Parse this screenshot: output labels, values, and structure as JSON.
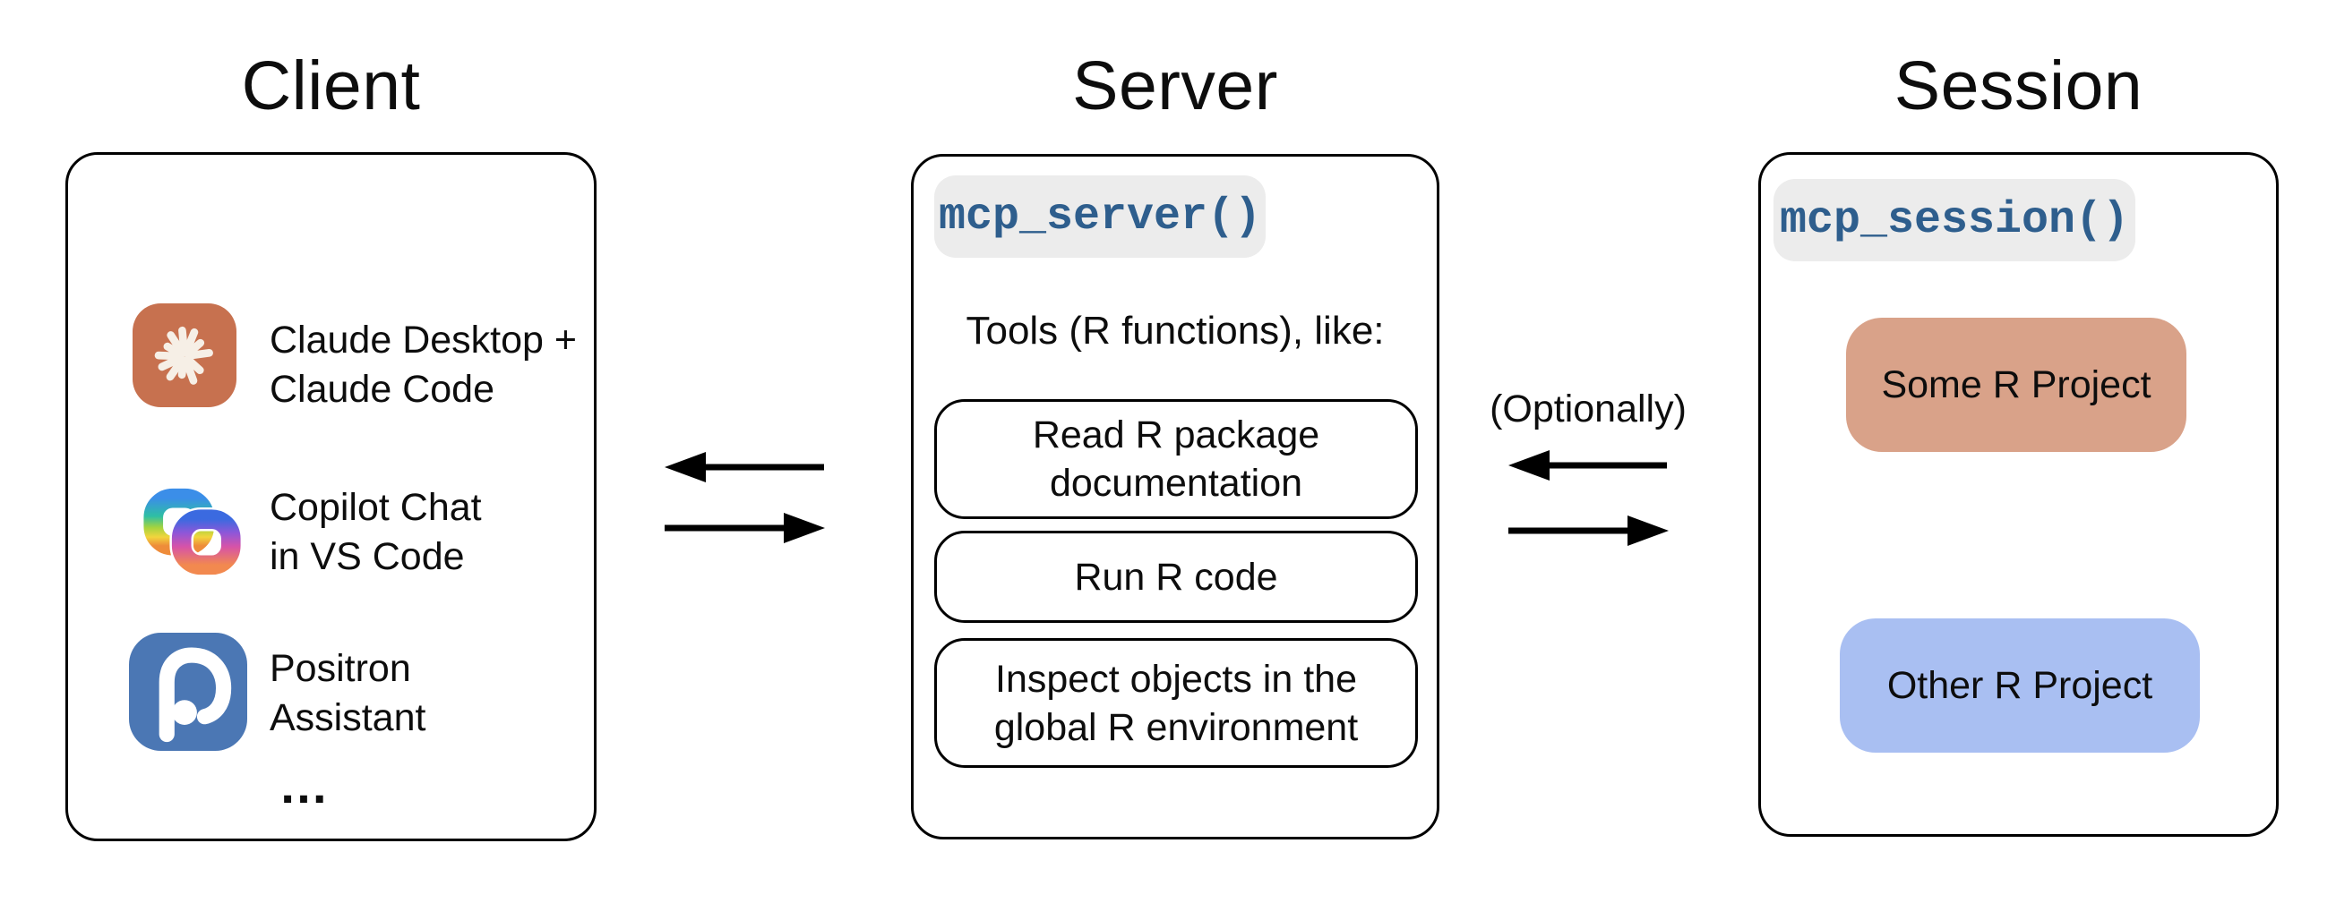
{
  "diagram": {
    "columns": {
      "client": {
        "title": "Client",
        "items": [
          {
            "icon": "claude-icon",
            "line1": "Claude Desktop +",
            "line2": "Claude Code"
          },
          {
            "icon": "copilot-icon",
            "line1": "Copilot Chat",
            "line2": "in VS Code"
          },
          {
            "icon": "positron-icon",
            "line1": "Positron",
            "line2": "Assistant"
          }
        ],
        "ellipsis": "…"
      },
      "server": {
        "title": "Server",
        "code_label": "mcp_server()",
        "tools_heading": "Tools (R functions), like:",
        "tools": [
          {
            "line1": "Read R package",
            "line2": "documentation"
          },
          {
            "line1": "Run R code"
          },
          {
            "line1": "Inspect objects in the",
            "line2": "global R environment"
          }
        ]
      },
      "session": {
        "title": "Session",
        "code_label": "mcp_session()",
        "projects": [
          {
            "label": "Some R Project"
          },
          {
            "label": "Other R Project"
          }
        ]
      }
    },
    "connections": {
      "optionally_label": "(Optionally)"
    },
    "colors": {
      "code_text": "#2e5e8d",
      "code_chip_bg": "#ececec",
      "claude_icon_bg": "#c7714f",
      "positron_icon_bg": "#4b77b4",
      "some_r_project_bg": "#d9a289",
      "other_r_project_bg": "#a9bff2",
      "box_border": "#000000",
      "arrow": "#000000"
    }
  }
}
